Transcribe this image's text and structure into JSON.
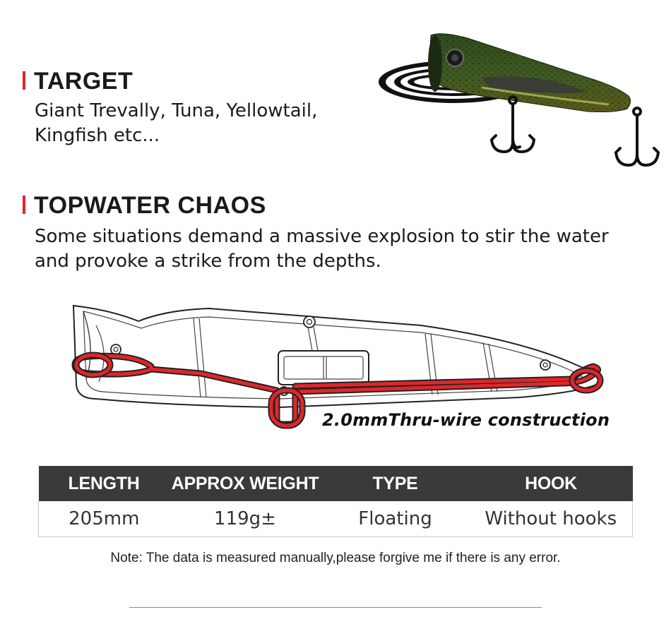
{
  "sections": [
    {
      "title": "TARGET",
      "lines": [
        "Giant Trevally, Tuna, Yellowtail,",
        "Kingfish etc..."
      ]
    },
    {
      "title": "TOPWATER CHAOS",
      "lines": [
        "Some situations demand a massive explosion to stir the water",
        "and provoke a strike from the depths."
      ]
    }
  ],
  "diagram": {
    "caption": "2.0mmThru-wire construction"
  },
  "specs": {
    "headers": [
      "LENGTH",
      "APPROX WEIGHT",
      "TYPE",
      "HOOK"
    ],
    "values": [
      "205mm",
      "119g±",
      "Floating",
      "Without hooks"
    ]
  },
  "note": "Note: The data is measured manually,please forgive me if there is any error.",
  "colors": {
    "accent": "#e0262b",
    "table_header": "#3a3a3a",
    "wire": "#e0262b"
  }
}
